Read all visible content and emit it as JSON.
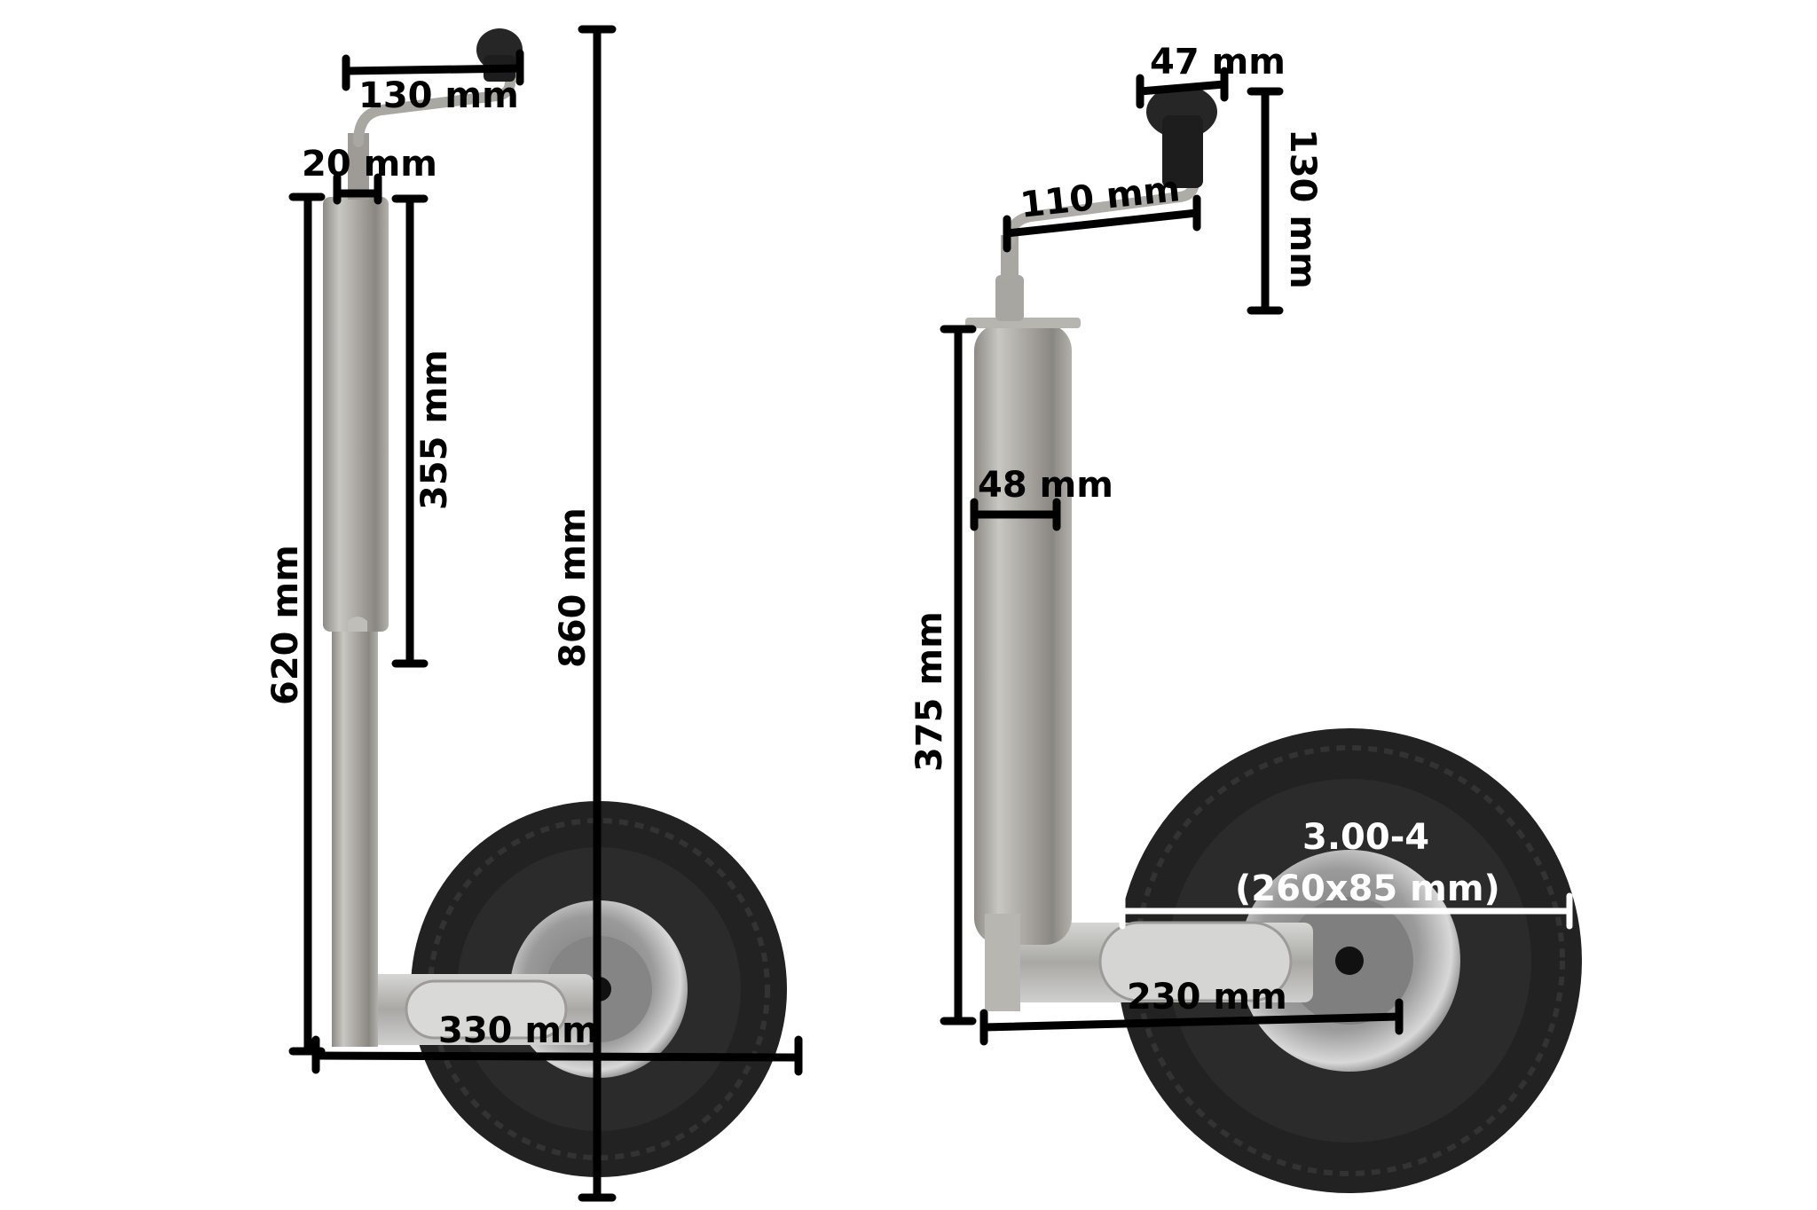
{
  "product": {
    "description": "Trailer jockey wheel with pneumatic tyre, shown in two views with dimension annotations"
  },
  "left_view": {
    "dimensions": {
      "crank_width": "130 mm",
      "spindle_diameter": "20 mm",
      "inner_tube_length": "355 mm",
      "tube_height": "620 mm",
      "total_height": "860 mm",
      "base_length": "330 mm"
    }
  },
  "right_view": {
    "dimensions": {
      "knob_diameter": "47 mm",
      "knob_height": "130 mm",
      "crank_arm": "110 mm",
      "tube_diameter": "48 mm",
      "outer_tube_length": "375 mm",
      "fork_length": "230 mm",
      "tyre_size": "3.00-4",
      "tyre_dimensions": "(260x85 mm)"
    }
  },
  "colors": {
    "dimension_line": "#000000",
    "tyre_dimension_line": "#ffffff",
    "tyre": "#1e1e1e",
    "rim": "#b9b9b9",
    "steel": "#a9a7a2",
    "knob": "#262626",
    "background": "#ffffff"
  }
}
